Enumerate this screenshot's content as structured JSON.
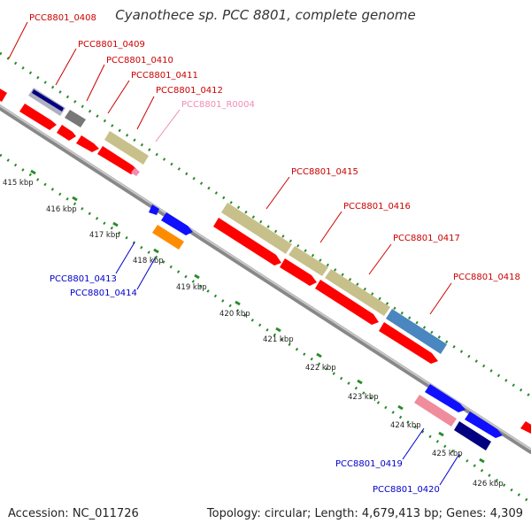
{
  "title": "Cyanothece sp. PCC 8801, complete genome",
  "footer": {
    "accession": "Accession: NC_011726",
    "summary": "Topology: circular; Length: 4,679,413 bp; Genes: 4,309"
  },
  "ticks": [
    "415 kbp",
    "416 kbp",
    "417 kbp",
    "418 kbp",
    "419 kbp",
    "420 kbp",
    "421 kbp",
    "422 kbp",
    "423 kbp",
    "424 kbp",
    "425 kbp",
    "426 kbp"
  ],
  "labels": [
    {
      "id": "l0408",
      "text": "PCC8801_0408",
      "color": "#cc0000"
    },
    {
      "id": "l0409",
      "text": "PCC8801_0409",
      "color": "#cc0000"
    },
    {
      "id": "l0410",
      "text": "PCC8801_0410",
      "color": "#cc0000"
    },
    {
      "id": "l0411",
      "text": "PCC8801_0411",
      "color": "#cc0000"
    },
    {
      "id": "l0412",
      "text": "PCC8801_0412",
      "color": "#cc0000"
    },
    {
      "id": "lR0004",
      "text": "PCC8801_R0004",
      "color": "#f08cb4"
    },
    {
      "id": "l0415",
      "text": "PCC8801_0415",
      "color": "#cc0000"
    },
    {
      "id": "l0416",
      "text": "PCC8801_0416",
      "color": "#cc0000"
    },
    {
      "id": "l0417",
      "text": "PCC8801_0417",
      "color": "#cc0000"
    },
    {
      "id": "l0418",
      "text": "PCC8801_0418",
      "color": "#cc0000"
    },
    {
      "id": "l0413",
      "text": "PCC8801_0413",
      "color": "#0000cc"
    },
    {
      "id": "l0414",
      "text": "PCC8801_0414",
      "color": "#0000cc"
    },
    {
      "id": "l0419",
      "text": "PCC8801_0419",
      "color": "#0000cc"
    },
    {
      "id": "l0420",
      "text": "PCC8801_0420",
      "color": "#0000cc"
    }
  ],
  "colors": {
    "cds_red": "#ff0000",
    "blast_khaki": "#c8c08a",
    "blast_blue": "#4a86c0",
    "navy": "#000080",
    "gray": "#777777",
    "blue": "#1010ff",
    "orange": "#ff8c00",
    "pink": "#f08c9c",
    "backbone": "#999999",
    "tick_green": "#2a8a2a"
  }
}
